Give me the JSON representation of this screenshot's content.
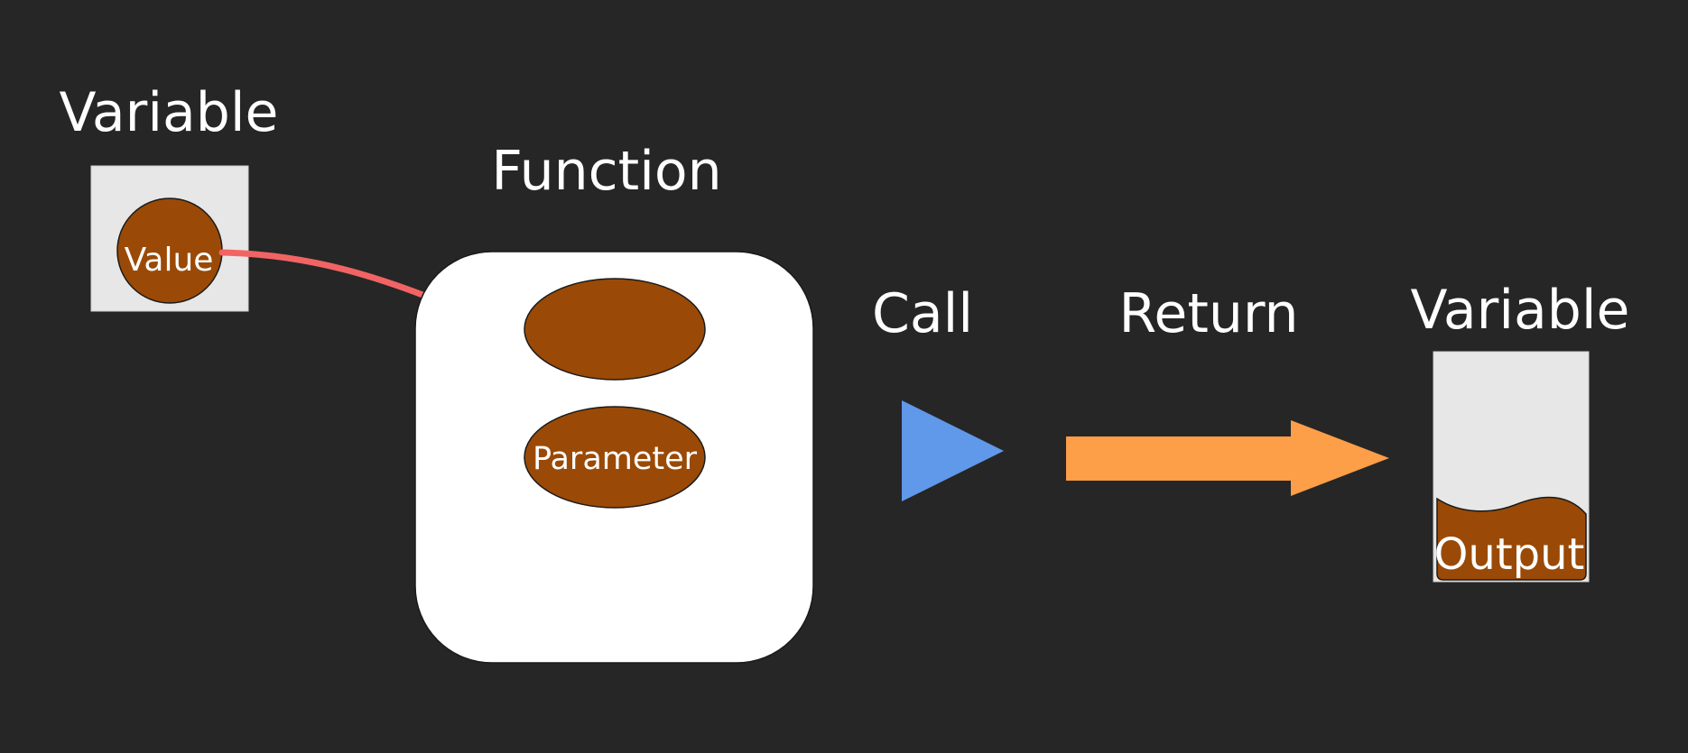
{
  "labels": {
    "variable_in": "Variable",
    "function": "Function",
    "call": "Call",
    "return": "Return",
    "variable_out": "Variable"
  },
  "items": {
    "value": "Value",
    "parameter": "Parameter",
    "output": "Output"
  },
  "colors": {
    "background": "#262626",
    "box_fill": "#e7e7e7",
    "function_box": "#ffffff",
    "value_fill": "#9a4a06",
    "pass_arrow": "#f26464",
    "call_arrow": "#6098ea",
    "return_arrow": "#fd9e48"
  }
}
